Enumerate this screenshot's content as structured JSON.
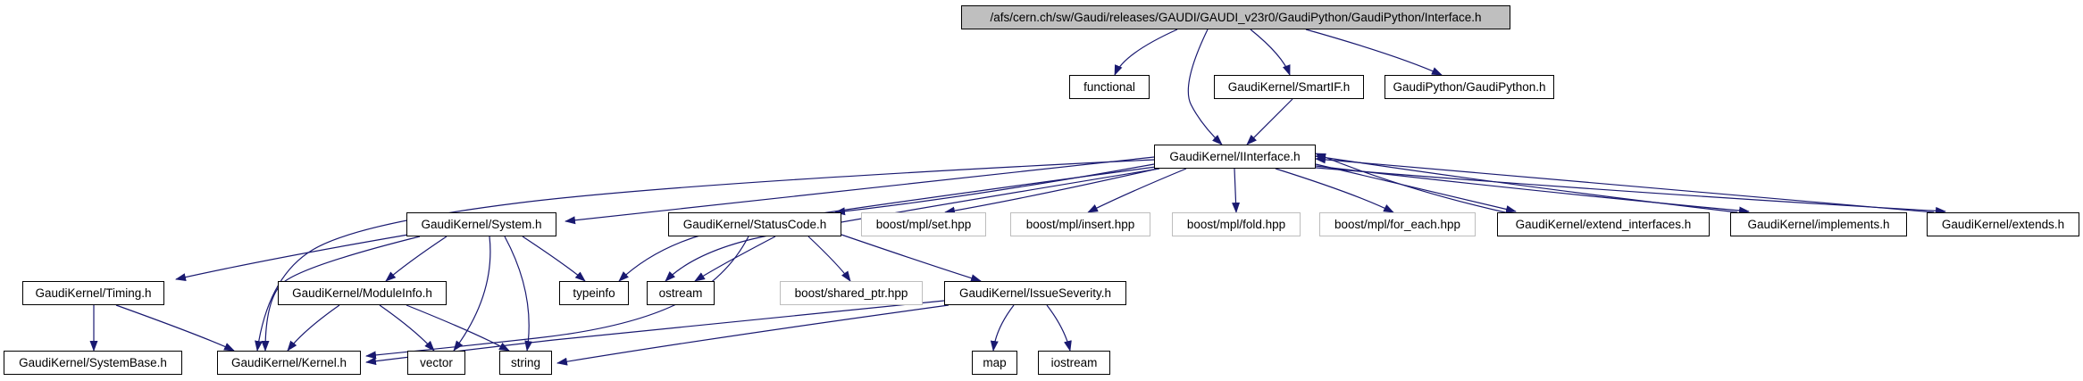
{
  "colors": {
    "background": "#ffffff",
    "edge": "#191970",
    "node_fill": "#ffffff",
    "node_border": "#000000",
    "external_border": "#bdbdbd",
    "main_fill": "#bfbfbf",
    "text": "#000000"
  },
  "graph": {
    "nodes": [
      {
        "id": "interface",
        "label": "/afs/cern.ch/sw/Gaudi/releases/GAUDI/GAUDI_v23r0/GaudiPython/GaudiPython/Interface.h",
        "kind": "main"
      },
      {
        "id": "functional",
        "label": "functional",
        "kind": "internal"
      },
      {
        "id": "smartif",
        "label": "GaudiKernel/SmartIF.h",
        "kind": "internal"
      },
      {
        "id": "gaudipython",
        "label": "GaudiPython/GaudiPython.h",
        "kind": "internal"
      },
      {
        "id": "iinterface",
        "label": "GaudiKernel/IInterface.h",
        "kind": "internal"
      },
      {
        "id": "system",
        "label": "GaudiKernel/System.h",
        "kind": "internal"
      },
      {
        "id": "statuscode",
        "label": "GaudiKernel/StatusCode.h",
        "kind": "internal"
      },
      {
        "id": "set",
        "label": "boost/mpl/set.hpp",
        "kind": "external"
      },
      {
        "id": "insert",
        "label": "boost/mpl/insert.hpp",
        "kind": "external"
      },
      {
        "id": "fold",
        "label": "boost/mpl/fold.hpp",
        "kind": "external"
      },
      {
        "id": "foreach",
        "label": "boost/mpl/for_each.hpp",
        "kind": "external"
      },
      {
        "id": "extint",
        "label": "GaudiKernel/extend_interfaces.h",
        "kind": "internal"
      },
      {
        "id": "implements",
        "label": "GaudiKernel/implements.h",
        "kind": "internal"
      },
      {
        "id": "extends",
        "label": "GaudiKernel/extends.h",
        "kind": "internal"
      },
      {
        "id": "timing",
        "label": "GaudiKernel/Timing.h",
        "kind": "internal"
      },
      {
        "id": "moduleinfo",
        "label": "GaudiKernel/ModuleInfo.h",
        "kind": "internal"
      },
      {
        "id": "typeinfo",
        "label": "typeinfo",
        "kind": "internal"
      },
      {
        "id": "ostream",
        "label": "ostream",
        "kind": "internal"
      },
      {
        "id": "sharedptr",
        "label": "boost/shared_ptr.hpp",
        "kind": "external"
      },
      {
        "id": "issuesev",
        "label": "GaudiKernel/IssueSeverity.h",
        "kind": "internal"
      },
      {
        "id": "systembase",
        "label": "GaudiKernel/SystemBase.h",
        "kind": "internal"
      },
      {
        "id": "kernel",
        "label": "GaudiKernel/Kernel.h",
        "kind": "internal"
      },
      {
        "id": "vector",
        "label": "vector",
        "kind": "internal"
      },
      {
        "id": "string",
        "label": "string",
        "kind": "internal"
      },
      {
        "id": "map",
        "label": "map",
        "kind": "internal"
      },
      {
        "id": "iostream",
        "label": "iostream",
        "kind": "internal"
      }
    ],
    "edges": [
      {
        "from": "interface",
        "to": "functional"
      },
      {
        "from": "interface",
        "to": "smartif"
      },
      {
        "from": "interface",
        "to": "gaudipython"
      },
      {
        "from": "interface",
        "to": "iinterface"
      },
      {
        "from": "smartif",
        "to": "iinterface"
      },
      {
        "from": "iinterface",
        "to": "system"
      },
      {
        "from": "iinterface",
        "to": "statuscode"
      },
      {
        "from": "iinterface",
        "to": "set"
      },
      {
        "from": "iinterface",
        "to": "insert"
      },
      {
        "from": "iinterface",
        "to": "fold"
      },
      {
        "from": "iinterface",
        "to": "foreach"
      },
      {
        "from": "iinterface",
        "to": "extint"
      },
      {
        "from": "extint",
        "to": "iinterface"
      },
      {
        "from": "iinterface",
        "to": "implements"
      },
      {
        "from": "implements",
        "to": "iinterface"
      },
      {
        "from": "iinterface",
        "to": "extends"
      },
      {
        "from": "extends",
        "to": "iinterface"
      },
      {
        "from": "iinterface",
        "to": "typeinfo"
      },
      {
        "from": "iinterface",
        "to": "ostream"
      },
      {
        "from": "iinterface",
        "to": "kernel"
      },
      {
        "from": "system",
        "to": "timing"
      },
      {
        "from": "system",
        "to": "moduleinfo"
      },
      {
        "from": "system",
        "to": "typeinfo"
      },
      {
        "from": "system",
        "to": "kernel"
      },
      {
        "from": "system",
        "to": "vector"
      },
      {
        "from": "system",
        "to": "string"
      },
      {
        "from": "statuscode",
        "to": "ostream"
      },
      {
        "from": "statuscode",
        "to": "sharedptr"
      },
      {
        "from": "statuscode",
        "to": "issuesev"
      },
      {
        "from": "statuscode",
        "to": "kernel"
      },
      {
        "from": "timing",
        "to": "systembase"
      },
      {
        "from": "timing",
        "to": "kernel"
      },
      {
        "from": "moduleinfo",
        "to": "kernel"
      },
      {
        "from": "moduleinfo",
        "to": "vector"
      },
      {
        "from": "moduleinfo",
        "to": "string"
      },
      {
        "from": "issuesev",
        "to": "map"
      },
      {
        "from": "issuesev",
        "to": "iostream"
      },
      {
        "from": "issuesev",
        "to": "string"
      },
      {
        "from": "issuesev",
        "to": "kernel"
      }
    ]
  }
}
